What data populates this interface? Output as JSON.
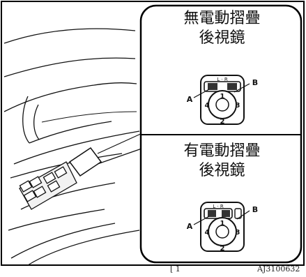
{
  "figure": {
    "top_panel": {
      "title_line1": "無電動摺疊",
      "title_line2": "後視鏡",
      "switch_labels": {
        "lr": "L · R",
        "num_up": "1",
        "num_right": "3",
        "num_down": "2",
        "num_left": "4"
      },
      "callout_a": "A",
      "callout_b": "B"
    },
    "bottom_panel": {
      "title_line1": "有電動摺疊",
      "title_line2": "後視鏡",
      "switch_labels": {
        "lr": "L · R",
        "num_up": "1",
        "num_right": "3",
        "num_down": "2",
        "num_left": "4"
      },
      "callout_a": "A",
      "callout_b": "B"
    },
    "footer_left": "[ 1",
    "footer_code": "AJ3100632"
  }
}
